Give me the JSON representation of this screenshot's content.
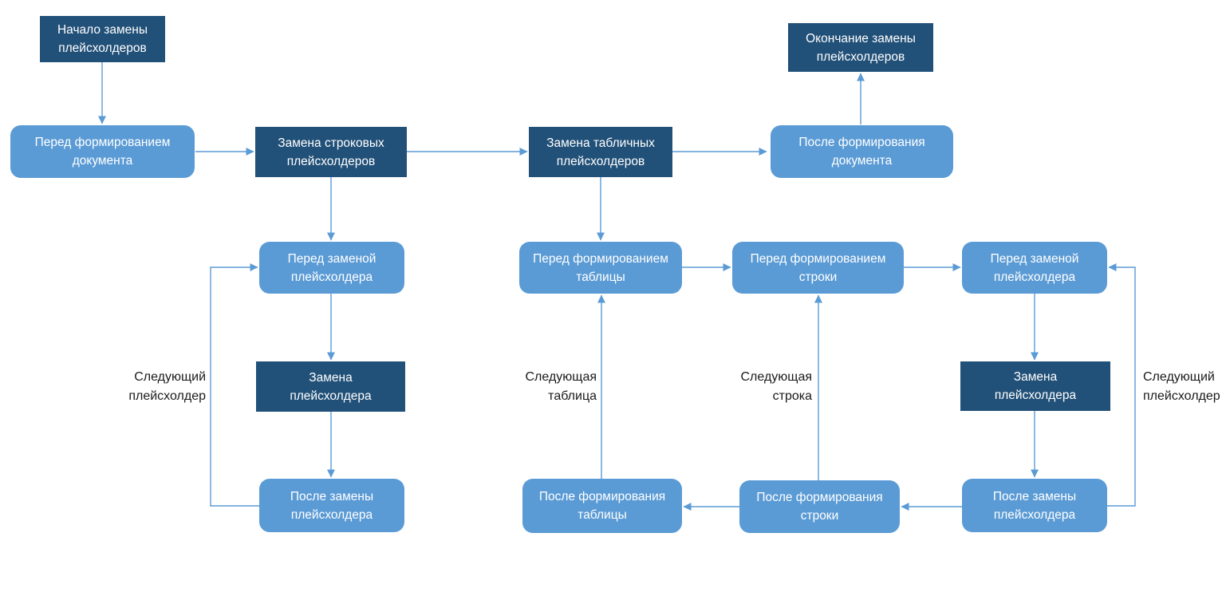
{
  "diagram": {
    "type": "flowchart",
    "language": "ru",
    "topic": "Замена плейсхолдеров",
    "colors": {
      "node_dark_fill": "#215078",
      "node_light_fill": "#5b9bd5",
      "node_text": "#ffffff",
      "arrow": "#5b9bd5",
      "edge_label_text": "#1a1a1a",
      "background": "#ffffff"
    },
    "nodes": {
      "start": {
        "label": "Начало замены\nплейсхолдеров",
        "style": "dark"
      },
      "before_doc": {
        "label": "Перед формированием\nдокумента",
        "style": "light"
      },
      "replace_string": {
        "label": "Замена строковых\nплейсхолдеров",
        "style": "dark"
      },
      "replace_table": {
        "label": "Замена табличных\nплейсхолдеров",
        "style": "dark"
      },
      "after_doc": {
        "label": "После формирования\nдокумента",
        "style": "light"
      },
      "end": {
        "label": "Окончание замены\nплейсхолдеров",
        "style": "dark"
      },
      "before_ph_l": {
        "label": "Перед заменой\nплейсхолдера",
        "style": "light"
      },
      "before_table": {
        "label": "Перед формированием\nтаблицы",
        "style": "light"
      },
      "before_row": {
        "label": "Перед формированием\nстроки",
        "style": "light"
      },
      "before_ph_r": {
        "label": "Перед заменой\nплейсхолдера",
        "style": "light"
      },
      "replace_ph_l": {
        "label": "Замена\nплейсхолдера",
        "style": "dark"
      },
      "replace_ph_r": {
        "label": "Замена\nплейсхолдера",
        "style": "dark"
      },
      "after_ph_l": {
        "label": "После замены\nплейсхолдера",
        "style": "light"
      },
      "after_table": {
        "label": "После формирования\nтаблицы",
        "style": "light"
      },
      "after_row": {
        "label": "После формирования\nстроки",
        "style": "light"
      },
      "after_ph_r": {
        "label": "После замены\nплейсхолдера",
        "style": "light"
      }
    },
    "edge_labels": {
      "next_placeholder_left": "Следующий\nплейсхолдер",
      "next_table": "Следующая\nтаблица",
      "next_row": "Следующая\nстрока",
      "next_placeholder_right": "Следующий\nплейсхолдер"
    },
    "edges": [
      {
        "from": "start",
        "to": "before_doc"
      },
      {
        "from": "before_doc",
        "to": "replace_string"
      },
      {
        "from": "replace_string",
        "to": "replace_table"
      },
      {
        "from": "replace_table",
        "to": "after_doc"
      },
      {
        "from": "after_doc",
        "to": "end"
      },
      {
        "from": "replace_string",
        "to": "before_ph_l"
      },
      {
        "from": "before_ph_l",
        "to": "replace_ph_l"
      },
      {
        "from": "replace_ph_l",
        "to": "after_ph_l"
      },
      {
        "from": "after_ph_l",
        "to": "before_ph_l",
        "label": "Следующий плейсхолдер"
      },
      {
        "from": "replace_table",
        "to": "before_table"
      },
      {
        "from": "before_table",
        "to": "before_row"
      },
      {
        "from": "before_row",
        "to": "before_ph_r"
      },
      {
        "from": "before_ph_r",
        "to": "replace_ph_r"
      },
      {
        "from": "replace_ph_r",
        "to": "after_ph_r"
      },
      {
        "from": "after_ph_r",
        "to": "before_ph_r",
        "label": "Следующий плейсхолдер"
      },
      {
        "from": "after_ph_r",
        "to": "after_row"
      },
      {
        "from": "after_row",
        "to": "after_table"
      },
      {
        "from": "after_table",
        "to": "before_table",
        "label": "Следующая таблица"
      },
      {
        "from": "after_row",
        "to": "before_row",
        "label": "Следующая строка"
      }
    ]
  }
}
